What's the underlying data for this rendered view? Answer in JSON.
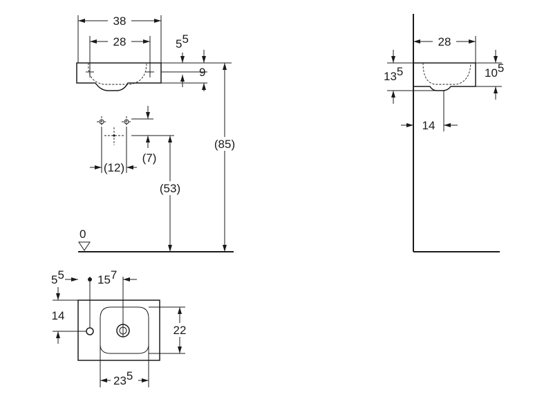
{
  "front_view": {
    "dim_width_total": "38",
    "dim_tap_spacing": "28",
    "dim_overflow_top_main": "5",
    "dim_overflow_top_sup": "5",
    "dim_basin_height": "9",
    "dim_overall_height": "(85)",
    "dim_waste_spacing": "(12)",
    "dim_waste_offset": "(7)",
    "dim_waste_height": "(53)",
    "floor_level": "0"
  },
  "side_view": {
    "dim_depth": "28",
    "dim_left_height_main": "13",
    "dim_left_height_sup": "5",
    "dim_right_height_main": "10",
    "dim_right_height_sup": "5",
    "dim_drain_offset": "14"
  },
  "top_view": {
    "dim_tap_offset_main": "5",
    "dim_tap_offset_sup": "5",
    "dim_drain_offset_main": "15",
    "dim_drain_offset_sup": "7",
    "dim_depth": "14",
    "dim_bowl_depth": "22",
    "dim_bowl_width_main": "23",
    "dim_bowl_width_sup": "5"
  }
}
